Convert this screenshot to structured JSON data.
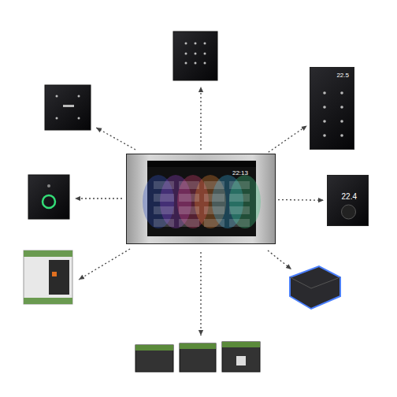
{
  "diagram": {
    "nodes": [
      {
        "text": [
          "22.5"
        ]
      },
      {
        "text": [
          "22:13"
        ]
      },
      {
        "text": [
          "22.4"
        ]
      }
    ],
    "edges": [
      {
        "from": 1,
        "to": 0,
        "arrow": "to"
      },
      {
        "from": 1,
        "to": 2,
        "arrow": "to"
      }
    ]
  }
}
